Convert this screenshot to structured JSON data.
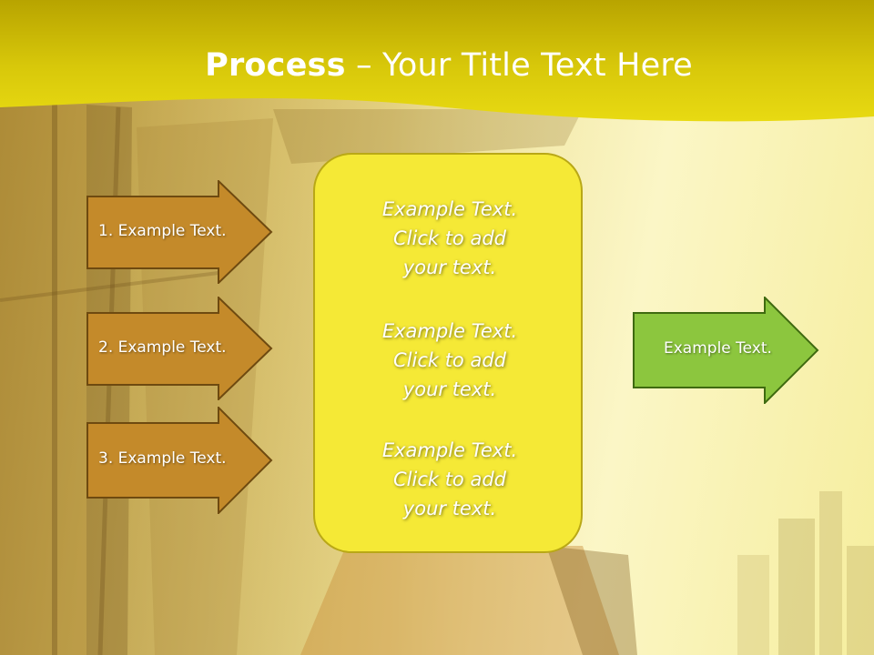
{
  "title": {
    "bold": "Process",
    "rest": " – Your Title Text Here"
  },
  "inputs": [
    {
      "label": "1. Example Text."
    },
    {
      "label": "2. Example Text."
    },
    {
      "label": "3. Example Text."
    }
  ],
  "center": {
    "paragraphs": [
      {
        "l1": "Example Text.",
        "l2": "Click  to add",
        "l3": "your text."
      },
      {
        "l1": "Example Text.",
        "l2": "Click  to add",
        "l3": "your text."
      },
      {
        "l1": "Example Text.",
        "l2": "Click  to add",
        "l3": "your text."
      }
    ]
  },
  "output": {
    "label": "Example Text."
  },
  "colors": {
    "band": "#d4c20e",
    "input_arrow": "#c48a2a",
    "center": "#f5e936",
    "output_arrow": "#8cc63e"
  }
}
